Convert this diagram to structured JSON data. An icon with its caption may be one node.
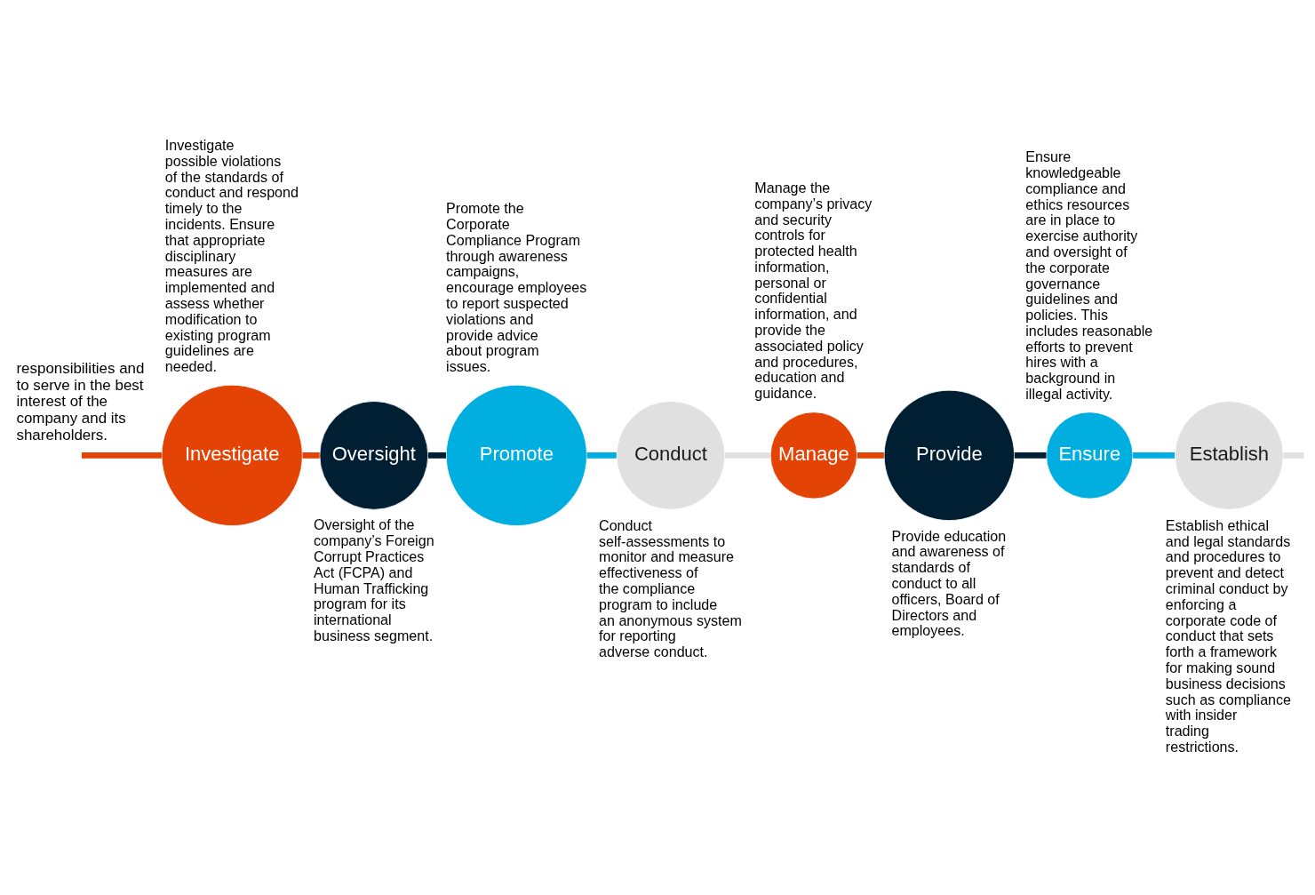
{
  "diagram": {
    "nodes": [
      {
        "text": [
          "Investigate"
        ],
        "beside": [
          "Investigate possible violations of the standards of conduct and respond timely to the incidents. Ensure that appropriate disciplinary measures are implemented and assess whether modification to existing program guidelines are needed."
        ]
      },
      {
        "text": [
          "Oversight"
        ],
        "beside": [
          "Oversight of the company’s Foreign Corrupt Practices Act (FCPA) and Human Trafficking program for its international business segment."
        ]
      },
      {
        "text": [
          "Promote"
        ],
        "beside": [
          "Promote the Corporate Compliance Program through awareness campaigns, encourage employees to report suspected violations and provide advice about program issues."
        ]
      },
      {
        "text": [
          "Conduct"
        ],
        "beside": [
          "Conduct self-assessments to monitor and measure effectiveness of the compliance program to include an anonymous system for reporting adverse conduct."
        ]
      },
      {
        "text": [
          "Manage"
        ],
        "beside": [
          "Manage the company’s privacy and security controls for protected health information, personal or confidential information, and provide the associated policy and procedures, education and guidance."
        ]
      },
      {
        "text": [
          "Provide"
        ],
        "beside": [
          "Provide education and awareness of standards of conduct to all officers, Board of Directors and employees."
        ]
      },
      {
        "text": [
          "Ensure"
        ],
        "beside": [
          "Ensure knowledgeable compliance and ethics resources are in place to exercise authority and oversight of the corporate governance guidelines and policies. This includes reasonable efforts to prevent hires with a background in illegal activity."
        ]
      },
      {
        "text": [
          "Establish"
        ],
        "beside": [
          "Establish ethical and legal standards and procedures to prevent and detect criminal conduct by enforcing a corporate code of conduct that sets forth a framework for making sound business decisions such as compliance with insider trading restrictions."
        ]
      }
    ],
    "edges": [
      {
        "from": null,
        "to": 0,
        "arrow": "none",
        "color": "#e34304"
      },
      {
        "from": 0,
        "to": 1,
        "arrow": "none",
        "color": "#e34304"
      },
      {
        "from": 1,
        "to": 2,
        "arrow": "none",
        "color": "#001f33"
      },
      {
        "from": 2,
        "to": 3,
        "arrow": "none",
        "color": "#00aee0"
      },
      {
        "from": 3,
        "to": 4,
        "arrow": "none",
        "color": "#e0e0e0"
      },
      {
        "from": 4,
        "to": 5,
        "arrow": "none",
        "color": "#e34304"
      },
      {
        "from": 5,
        "to": 6,
        "arrow": "none",
        "color": "#001f33"
      },
      {
        "from": 6,
        "to": 7,
        "arrow": "none",
        "color": "#00aee0"
      },
      {
        "from": 7,
        "to": null,
        "arrow": "none",
        "color": "#e0e0e0"
      }
    ],
    "labels": [
      "responsibilities and to serve in the best interest of the company and its shareholders."
    ]
  }
}
